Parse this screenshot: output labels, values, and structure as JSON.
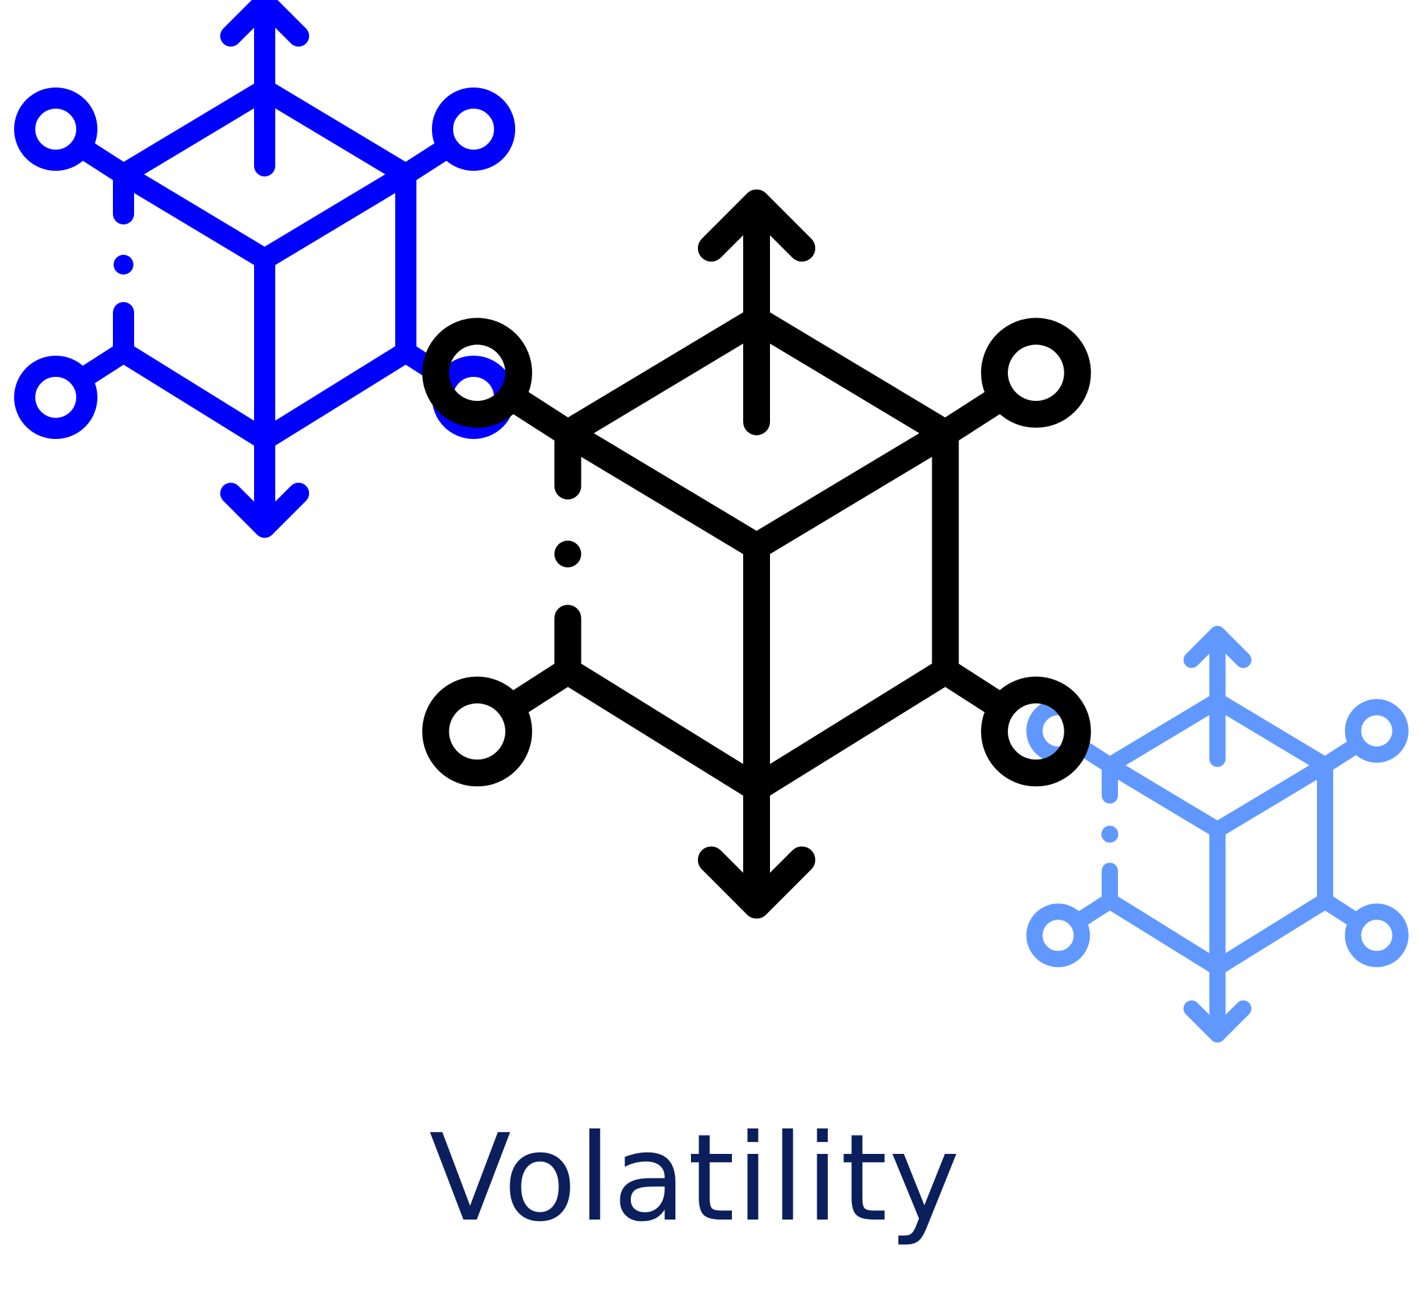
{
  "caption": {
    "text": "Volatility",
    "color": "#0a1f5c"
  },
  "icons": [
    {
      "name": "blockchain-cube-icon-large",
      "color": "#000000"
    },
    {
      "name": "blockchain-cube-icon-blue",
      "color": "#0000ff"
    },
    {
      "name": "blockchain-cube-icon-light-blue",
      "color": "#6098ff"
    }
  ]
}
